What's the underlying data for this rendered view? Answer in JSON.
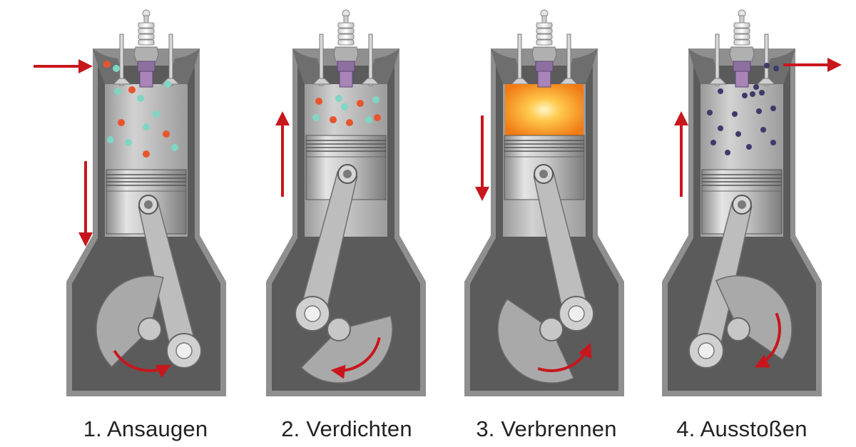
{
  "stages": [
    {
      "caption": "1. Ansaugen"
    },
    {
      "caption": "2. Verdichten"
    },
    {
      "caption": "3. Verbrennen"
    },
    {
      "caption": "4. Ausstoßen"
    }
  ],
  "colors": {
    "arrow": "#c8161d",
    "fuel_particle": "#e8552d",
    "air_particle": "#7fd6c4",
    "exhaust_particle": "#3e3a6b",
    "combustion": "#ff9a1f",
    "block_dark": "#5a5a5a",
    "metal": "#b8b8b8"
  }
}
